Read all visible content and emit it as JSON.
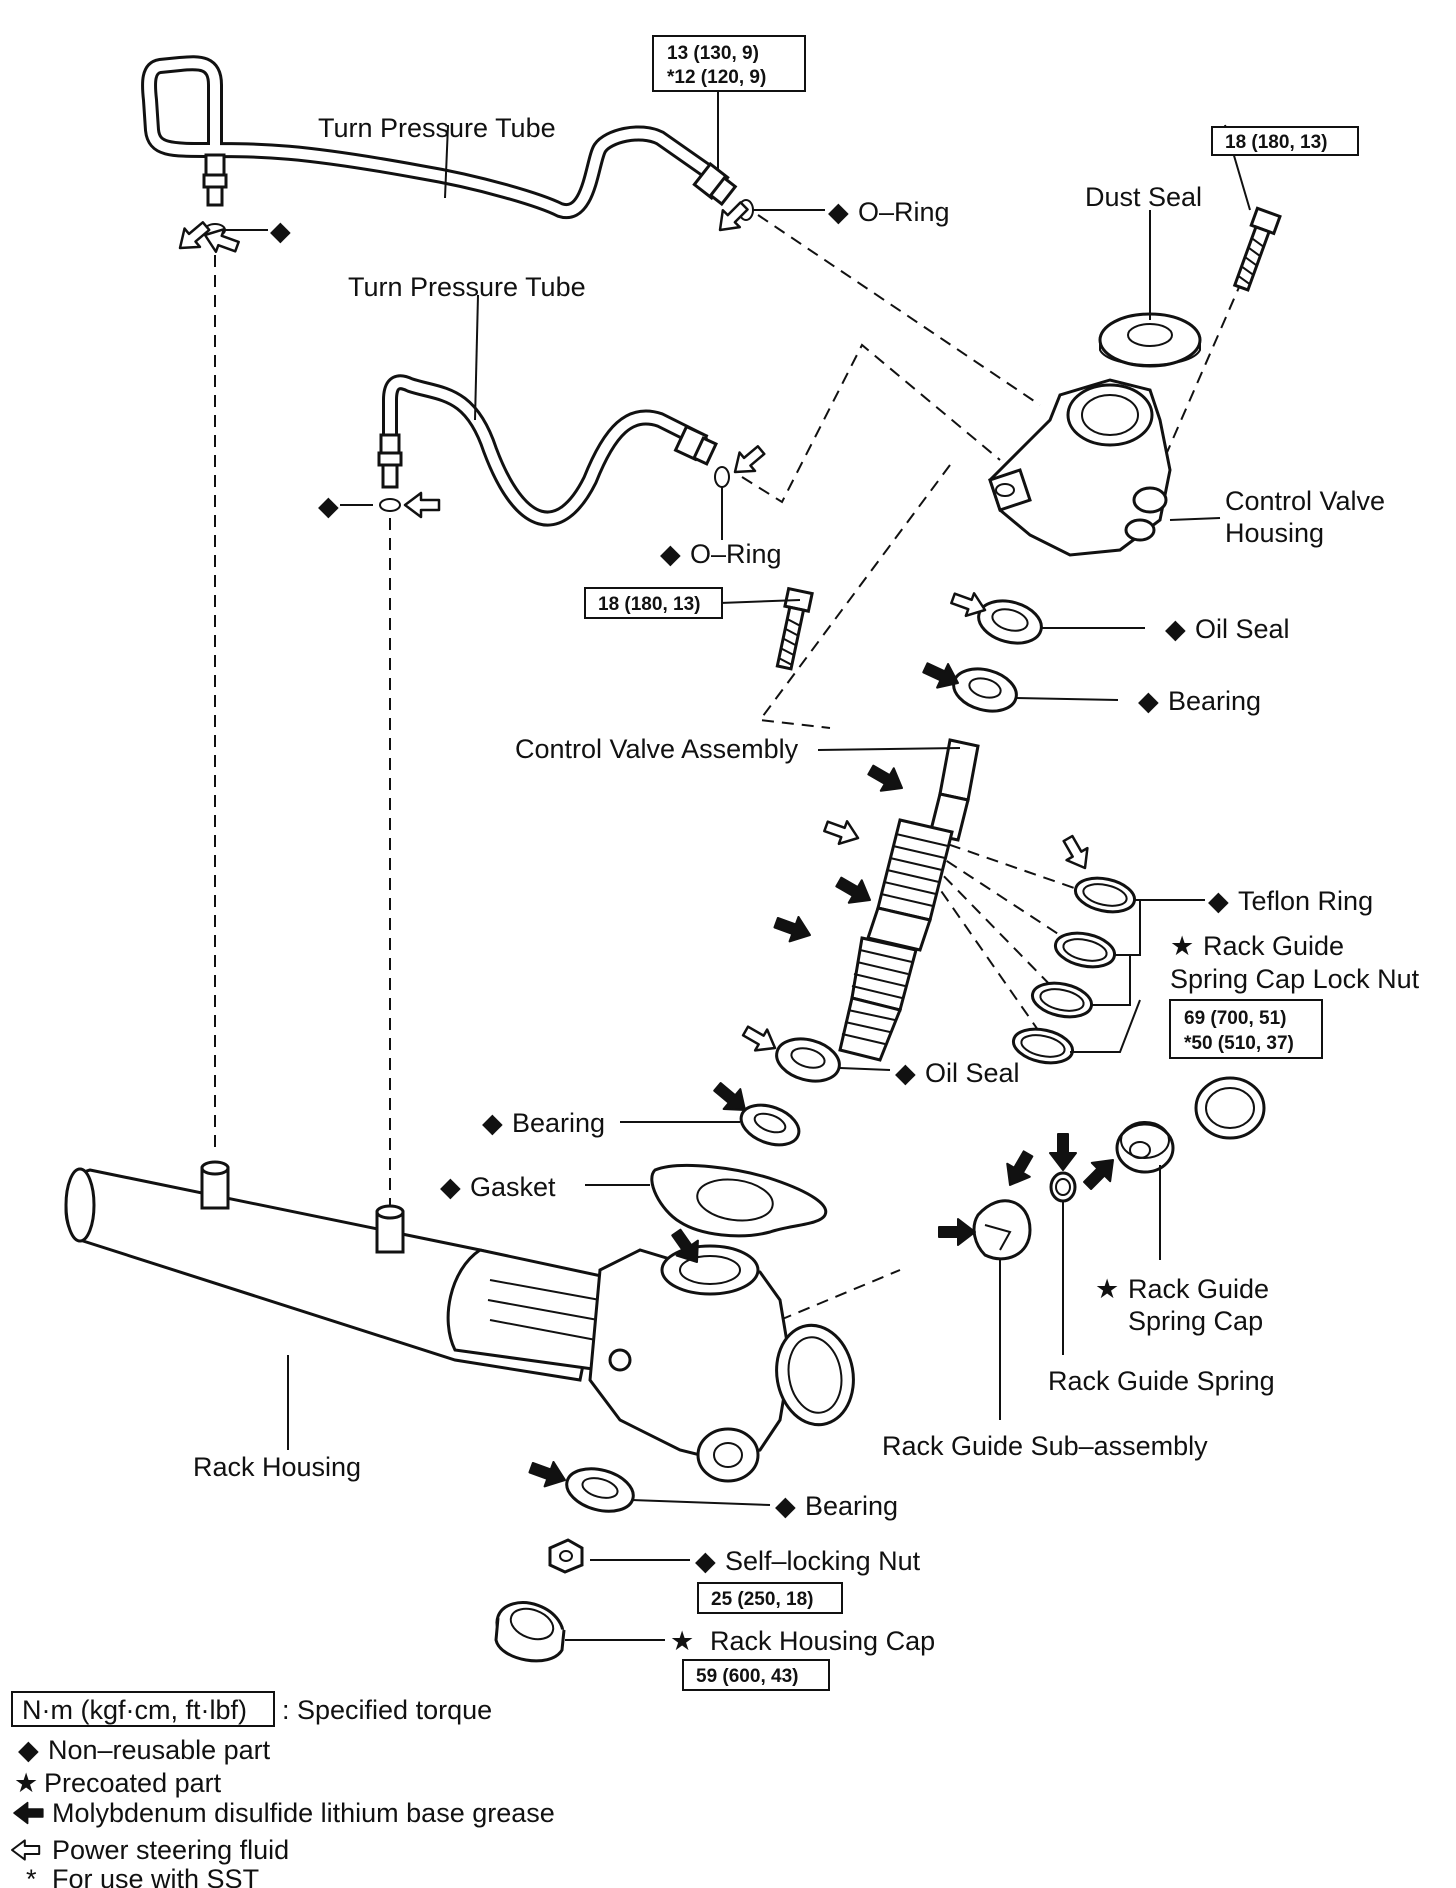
{
  "labels": {
    "turn_pressure_tube_upper": "Turn Pressure Tube",
    "turn_pressure_tube_lower": "Turn Pressure Tube",
    "o_ring_upper": "O–Ring",
    "o_ring_lower": "O–Ring",
    "dust_seal": "Dust Seal",
    "control_valve_housing_1": "Control Valve",
    "control_valve_housing_2": "Housing",
    "oil_seal_upper": "Oil Seal",
    "bearing_upper": "Bearing",
    "control_valve_assembly": "Control Valve Assembly",
    "teflon_ring": "Teflon Ring",
    "lock_nut_1": "Rack Guide",
    "lock_nut_2": "Spring Cap Lock Nut",
    "oil_seal_lower": "Oil Seal",
    "bearing_middle": "Bearing",
    "gasket": "Gasket",
    "spring_cap_1": "Rack Guide",
    "spring_cap_2": "Spring Cap",
    "rack_guide_spring": "Rack Guide Spring",
    "rack_guide_sub_assembly": "Rack Guide Sub–assembly",
    "rack_housing": "Rack Housing",
    "bearing_lower": "Bearing",
    "self_locking_nut": "Self–locking Nut",
    "rack_housing_cap": "Rack Housing Cap"
  },
  "torques": {
    "tube_fitting_1": "13 (130, 9)",
    "tube_fitting_2": "*12 (120, 9)",
    "top_bolt": "18 (180, 13)",
    "mid_bolt": "18 (180, 13)",
    "lock_nut_1": "69 (700, 51)",
    "lock_nut_2": "*50 (510, 37)",
    "self_locking_nut": "25 (250, 18)",
    "rack_housing_cap": "59 (600, 43)"
  },
  "legend": {
    "torque_box": "N·m (kgf·cm, ft·lbf)",
    "torque_text": ": Specified torque",
    "non_reusable": "Non–reusable part",
    "precoated": "Precoated part",
    "grease": "Molybdenum disulfide lithium base grease",
    "fluid": "Power steering fluid",
    "sst": "For use with SST"
  },
  "symbols": {
    "diamond": "◆",
    "star": "★",
    "asterisk": "*"
  }
}
